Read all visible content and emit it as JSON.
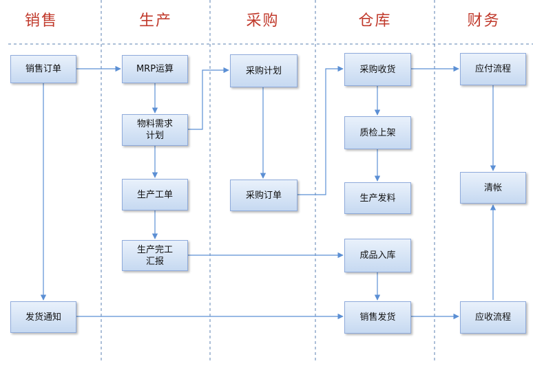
{
  "lanes": [
    {
      "id": "sales",
      "title": "销售"
    },
    {
      "id": "production",
      "title": "生产"
    },
    {
      "id": "purchasing",
      "title": "采购"
    },
    {
      "id": "warehouse",
      "title": "仓库"
    },
    {
      "id": "finance",
      "title": "财务"
    }
  ],
  "nodes": {
    "sales_order": "销售订单",
    "shipping_notice": "发货通知",
    "mrp_calc": "MRP运算",
    "material_plan": "物料需求\n计划",
    "work_order": "生产工单",
    "completion_report": "生产完工\n汇报",
    "purchase_plan": "采购计划",
    "purchase_order": "采购订单",
    "purchase_receipt": "采购收货",
    "qc_shelving": "质检上架",
    "production_issue": "生产发料",
    "finished_goods_in": "成品入库",
    "sales_shipment": "销售发货",
    "payables": "应付流程",
    "settlement": "清帐",
    "receivables": "应收流程"
  },
  "colors": {
    "lane_title": "#c0392b",
    "separator": "#5a7fb0",
    "connector": "#5b8fd4",
    "node_fill_top": "#e9f1fb",
    "node_fill_bottom": "#c6d9f1",
    "node_border": "#8eaadb"
  }
}
